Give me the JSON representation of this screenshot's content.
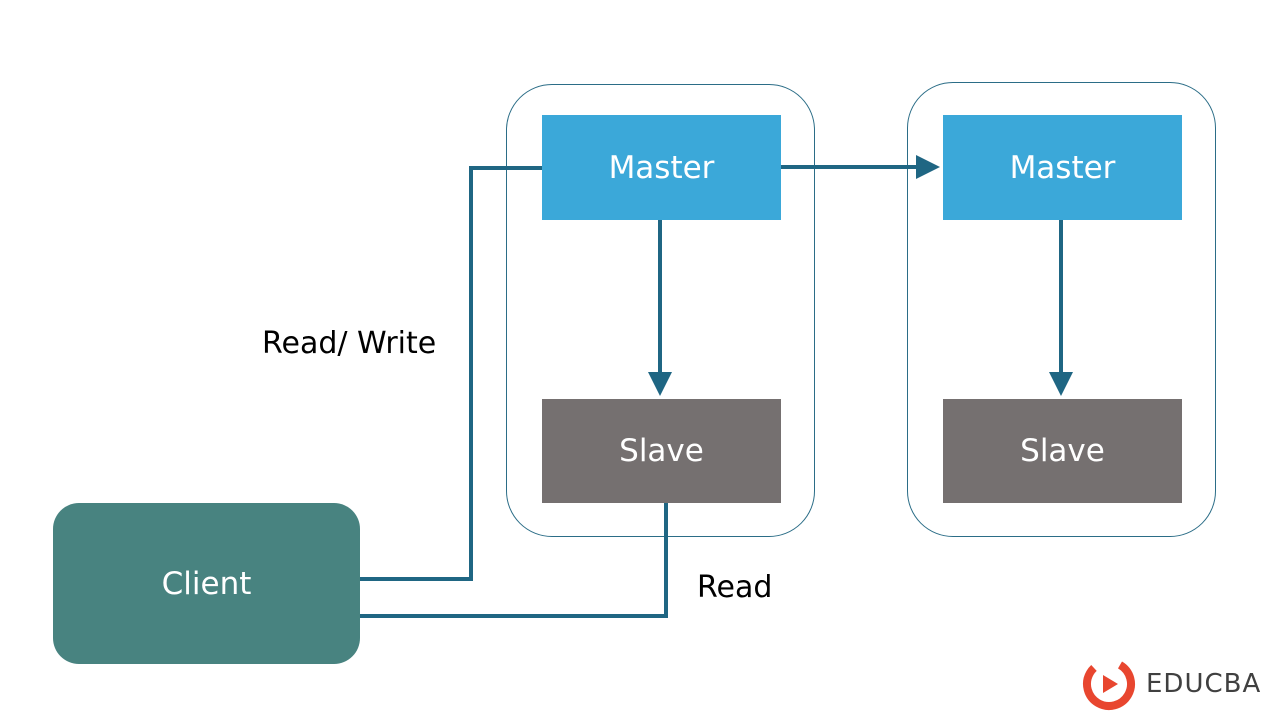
{
  "nodes": {
    "master_1": "Master",
    "master_2": "Master",
    "slave_1": "Slave",
    "slave_2": "Slave",
    "client": "Client"
  },
  "edges": {
    "read_write_label": "Read/ Write",
    "read_label": "Read"
  },
  "brand": {
    "name": "EDUCBA",
    "icon": "educba-logo-icon"
  },
  "colors": {
    "master": "#3ba8d9",
    "slave": "#757070",
    "client": "#488380",
    "connector": "#1f6683",
    "brand_accent": "#e8462f"
  }
}
